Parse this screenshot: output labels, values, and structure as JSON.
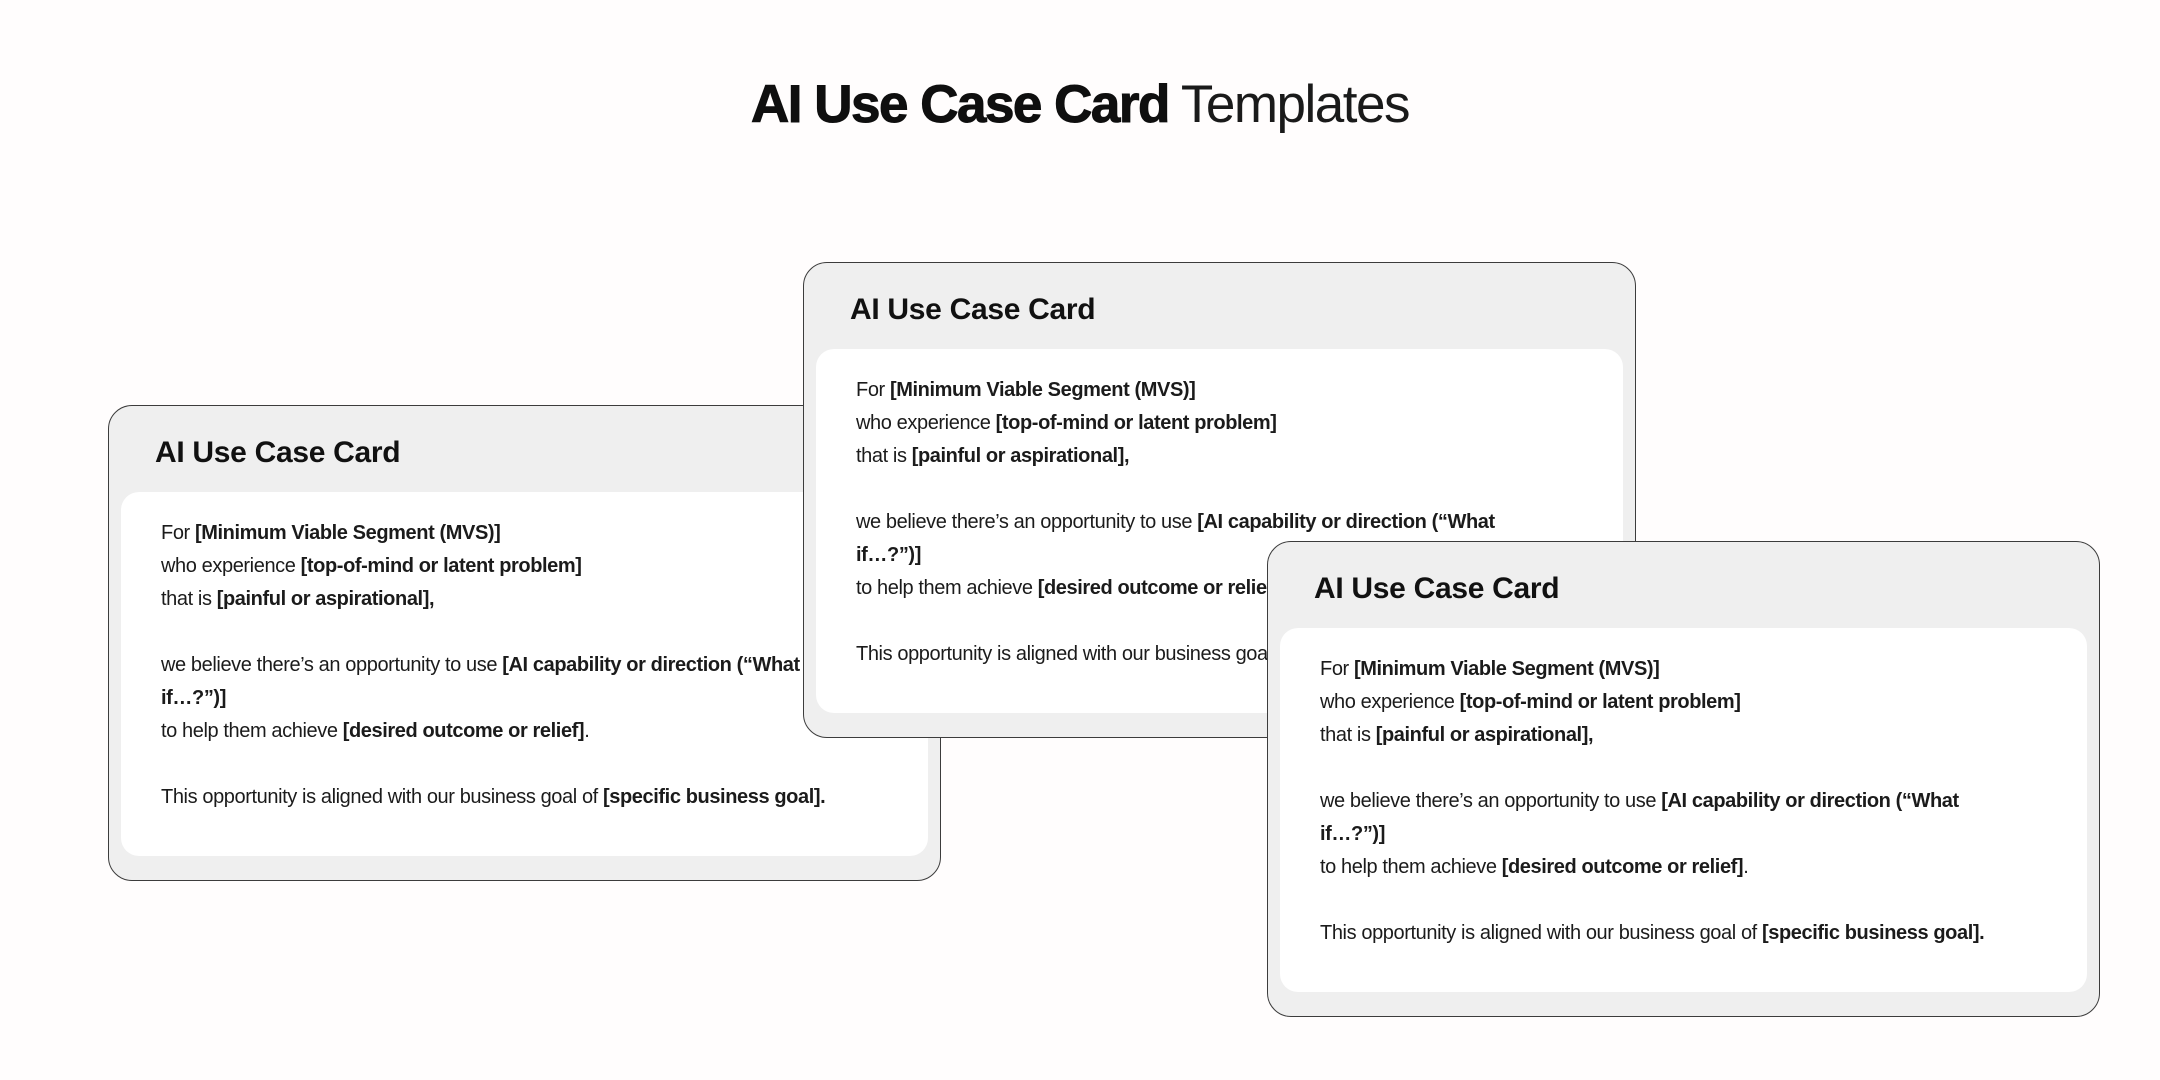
{
  "title": {
    "bold": "AI Use Case Card",
    "light": "Templates"
  },
  "card": {
    "header": "AI Use Case Card",
    "body_lines": [
      [
        [
          "For ",
          0
        ],
        [
          "[Minimum Viable Segment (MVS)]",
          1
        ]
      ],
      [
        [
          "who experience ",
          0
        ],
        [
          "[top-of-mind or latent problem]",
          1
        ]
      ],
      [
        [
          "that is ",
          0
        ],
        [
          "[painful or aspirational],",
          1
        ]
      ],
      [],
      [
        [
          "we believe there’s an opportunity to use ",
          0
        ],
        [
          "[AI capability or direction (“What",
          1
        ]
      ],
      [
        [
          "if…?”)]",
          1
        ]
      ],
      [
        [
          "to help them achieve ",
          0
        ],
        [
          "[desired outcome or relief]",
          1
        ],
        [
          ".",
          0
        ]
      ],
      [],
      [
        [
          "This opportunity is aligned with our business goal of ",
          0
        ],
        [
          "[specific business goal].",
          1
        ]
      ]
    ]
  },
  "card_instances": [
    "left",
    "middle",
    "right"
  ],
  "colors": {
    "page_bg": "#fffdfd",
    "card_bg": "#efefef",
    "card_border": "#3c3c3c",
    "panel_bg": "#ffffff",
    "text": "#1b1b1b"
  }
}
